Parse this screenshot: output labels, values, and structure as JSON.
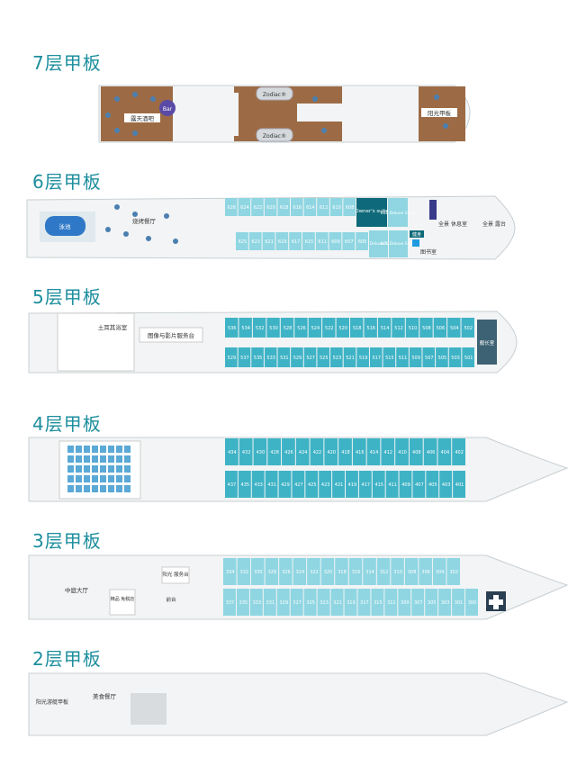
{
  "decks": [
    {
      "id": "7",
      "title": "7层甲板",
      "labels": {
        "bar": "露天酒吧",
        "bar_icon": "Bar",
        "zodiac_top": "Zodiac®",
        "zodiac_bottom": "Zodiac®",
        "sun_deck": "阳光甲板"
      }
    },
    {
      "id": "6",
      "title": "6层甲板",
      "labels": {
        "pool": "泳池",
        "grill": "烧烤餐厅",
        "owner_suite": "Owner's suite",
        "deluxe_602": "602 Deluxe Suite",
        "deluxe_603": "603 Deluxe Suite",
        "deluxe_601": "601 Deluxe Suite",
        "deluxe_605": "605",
        "lounge": "全景 休息室",
        "terrace": "全景 露台",
        "library": "图书室",
        "gym": "健身"
      },
      "rooms_top": [
        "626",
        "624",
        "622",
        "620",
        "618",
        "616",
        "614",
        "612",
        "610",
        "608"
      ],
      "rooms_bottom": [
        "625",
        "623",
        "621",
        "619",
        "617",
        "615",
        "611",
        "609",
        "607",
        "605"
      ]
    },
    {
      "id": "5",
      "title": "5层甲板",
      "labels": {
        "spa": "土耳其浴室",
        "photo": "图像与影片服务台",
        "captain": "舰长室"
      },
      "rooms_top": [
        "536",
        "534",
        "532",
        "530",
        "528",
        "526",
        "524",
        "522",
        "520",
        "518",
        "516",
        "514",
        "512",
        "510",
        "508",
        "506",
        "504",
        "502"
      ],
      "rooms_bottom": [
        "529",
        "537",
        "535",
        "533",
        "531",
        "529",
        "527",
        "525",
        "523",
        "521",
        "519",
        "517",
        "515",
        "511",
        "509",
        "507",
        "505",
        "503",
        "501"
      ]
    },
    {
      "id": "4",
      "title": "4层甲板",
      "rooms_top": [
        "434",
        "432",
        "430",
        "428",
        "426",
        "424",
        "422",
        "420",
        "418",
        "416",
        "414",
        "412",
        "410",
        "408",
        "406",
        "404",
        "402"
      ],
      "rooms_bottom": [
        "437",
        "435",
        "433",
        "431",
        "429",
        "427",
        "425",
        "423",
        "421",
        "419",
        "417",
        "415",
        "411",
        "409",
        "407",
        "405",
        "403",
        "401"
      ]
    },
    {
      "id": "3",
      "title": "3层甲板",
      "labels": {
        "atrium": "中庭大厅",
        "shop": "精品 免税店",
        "service": "阳光 服务台",
        "doctor": "医疗",
        "medical": "前台"
      },
      "rooms_top": [
        "334",
        "332",
        "330",
        "328",
        "326",
        "324",
        "322",
        "320",
        "318",
        "316",
        "314",
        "312",
        "310",
        "308",
        "306",
        "304",
        "302"
      ],
      "rooms_bottom": [
        "337",
        "335",
        "333",
        "331",
        "329",
        "327",
        "325",
        "323",
        "321",
        "319",
        "317",
        "315",
        "311",
        "309",
        "307",
        "305",
        "303",
        "301",
        "300"
      ]
    },
    {
      "id": "2",
      "title": "2层甲板",
      "labels": {
        "sun_lounge": "阳光游艇甲板",
        "restaurant": "美食餐厅"
      }
    }
  ],
  "colors": {
    "title": "#1d8e9e",
    "cabin": "#3fb3c6",
    "cabin_light": "#8fd6e2",
    "cabin_blue": "#1e9be0",
    "dark": "#0e6a7a",
    "hull": "#f2f4f5",
    "wood": "#9c6b45"
  }
}
